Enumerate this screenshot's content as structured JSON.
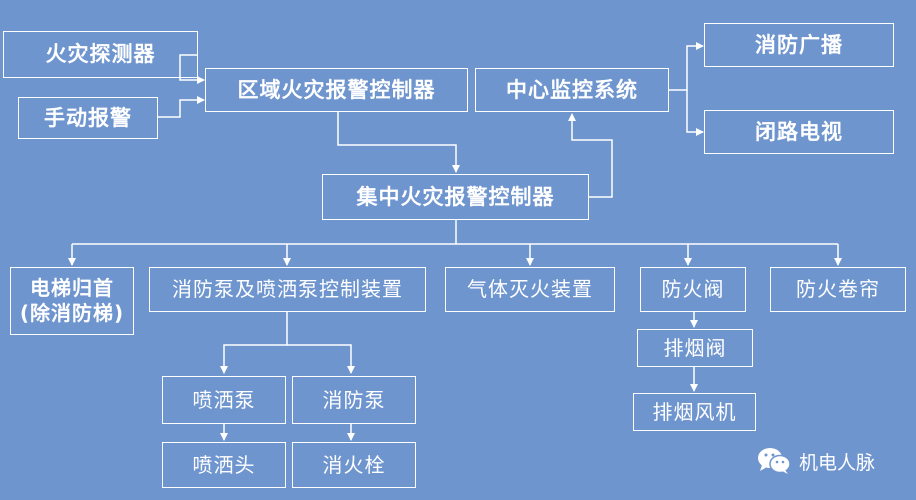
{
  "diagram": {
    "nodes": {
      "fire_detector": "火灾探测器",
      "manual_alarm": "手动报警",
      "area_controller": "区域火灾报警控制器",
      "central_monitor": "中心监控系统",
      "fire_broadcast": "消防广播",
      "cctv": "闭路电视",
      "central_controller": "集中火灾报警控制器",
      "elevator_line1": "电梯归首",
      "elevator_line2": "(除消防梯)",
      "pump_control": "消防泵及喷洒泵控制装置",
      "gas_extinguish": "气体灭火装置",
      "fire_valve": "防火阀",
      "fire_shutter": "防火卷帘",
      "sprinkler_pump": "喷洒泵",
      "fire_pump": "消防泵",
      "sprinkler_head": "喷洒头",
      "hydrant": "消火栓",
      "smoke_valve": "排烟阀",
      "smoke_fan": "排烟风机"
    },
    "colors": {
      "background": "#6f95cf",
      "stroke": "#ffffff"
    }
  },
  "watermark": {
    "icon": "wechat-icon",
    "text": "机电人脉"
  }
}
